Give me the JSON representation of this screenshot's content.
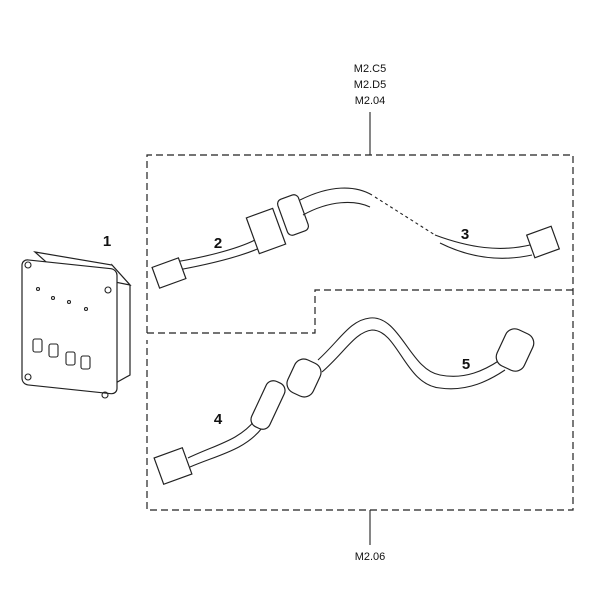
{
  "callouts": {
    "item_1": "1",
    "item_2": "2",
    "item_3": "3",
    "item_4": "4",
    "item_5": "5"
  },
  "references": {
    "top": [
      "M2.C5",
      "M2.D5",
      "M2.04"
    ],
    "bottom": "M2.06"
  }
}
